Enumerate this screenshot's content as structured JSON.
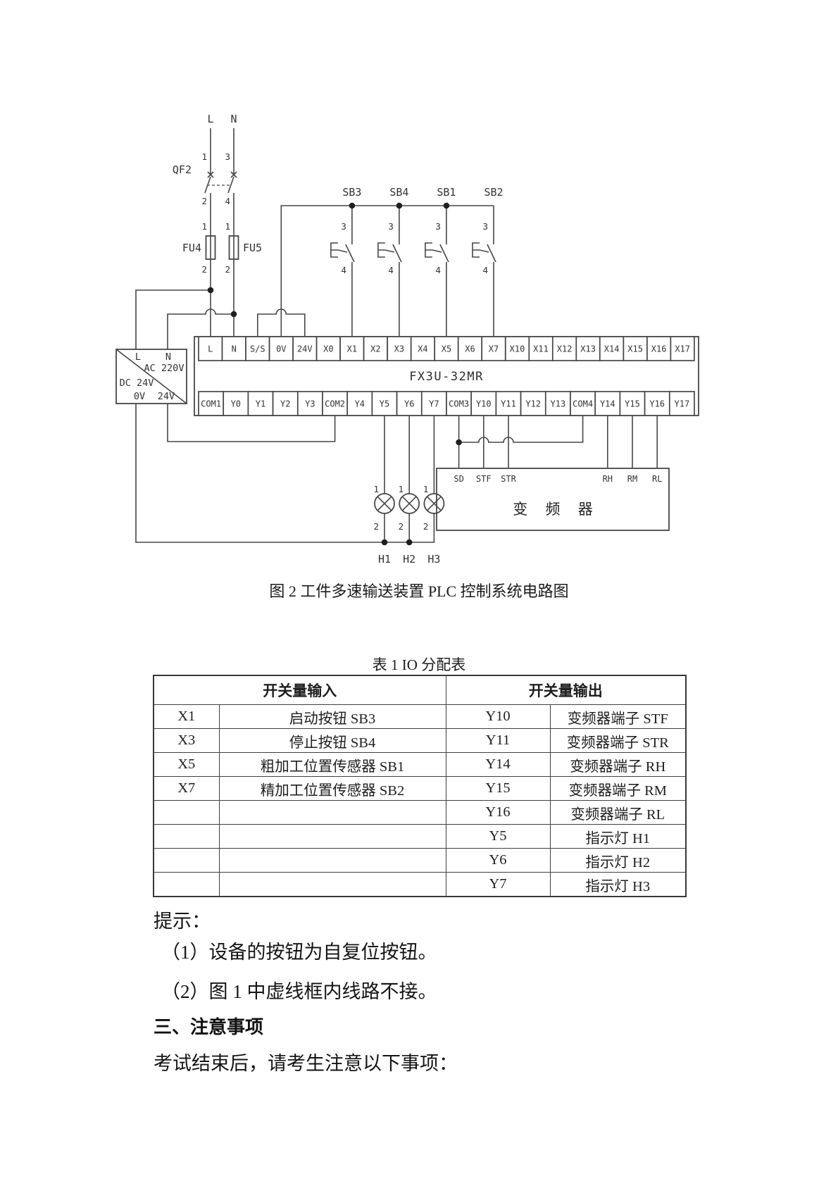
{
  "figure": {
    "caption": "图 2 工件多速输送装置 PLC 控制系统电路图",
    "source": {
      "l_label": "L",
      "n_label": "N",
      "breaker_label": "QF2",
      "pin_1": "1",
      "pin_3": "3",
      "pin_2": "2",
      "pin_4": "4",
      "fuse_left": "FU4",
      "fuse_right": "FU5",
      "fuse_pin_top": "1",
      "fuse_pin_bottom": "2"
    },
    "power_box": {
      "l": "L",
      "n": "N",
      "ac": "AC 220V",
      "dc": "DC 24V",
      "ov": "0V",
      "v24": "24V"
    },
    "buttons": {
      "pin_top": "3",
      "pin_bottom": "4",
      "items": [
        "SB3",
        "SB4",
        "SB1",
        "SB2"
      ]
    },
    "plc": {
      "model": "FX3U-32MR",
      "top_terminals": [
        "L",
        "N",
        "S/S",
        "0V",
        "24V",
        "X0",
        "X1",
        "X2",
        "X3",
        "X4",
        "X5",
        "X6",
        "X7",
        "X10",
        "X11",
        "X12",
        "X13",
        "X14",
        "X15",
        "X16",
        "X17"
      ],
      "bottom_terminals": [
        "COM1",
        "Y0",
        "Y1",
        "Y2",
        "Y3",
        "COM2",
        "Y4",
        "Y5",
        "Y6",
        "Y7",
        "COM3",
        "Y10",
        "Y11",
        "Y12",
        "Y13",
        "COM4",
        "Y14",
        "Y15",
        "Y16",
        "Y17"
      ]
    },
    "inverter": {
      "label": "变 频 器",
      "terminals": [
        "SD",
        "STF",
        "STR",
        "RH",
        "RM",
        "RL"
      ]
    },
    "lamps": {
      "pin_top": "1",
      "pin_bottom": "2",
      "labels": [
        "H1",
        "H2",
        "H3"
      ]
    }
  },
  "table": {
    "title": "表 1 IO 分配表",
    "header_input": "开关量输入",
    "header_output": "开关量输出",
    "rows": [
      {
        "in_addr": "X1",
        "in_desc": "启动按钮 SB3",
        "out_addr": "Y10",
        "out_desc": "变频器端子 STF"
      },
      {
        "in_addr": "X3",
        "in_desc": "停止按钮 SB4",
        "out_addr": "Y11",
        "out_desc": "变频器端子 STR"
      },
      {
        "in_addr": "X5",
        "in_desc": "粗加工位置传感器 SB1",
        "out_addr": "Y14",
        "out_desc": "变频器端子 RH"
      },
      {
        "in_addr": "X7",
        "in_desc": "精加工位置传感器 SB2",
        "out_addr": "Y15",
        "out_desc": "变频器端子 RM"
      },
      {
        "in_addr": "",
        "in_desc": "",
        "out_addr": "Y16",
        "out_desc": "变频器端子 RL"
      },
      {
        "in_addr": "",
        "in_desc": "",
        "out_addr": "Y5",
        "out_desc": "指示灯 H1"
      },
      {
        "in_addr": "",
        "in_desc": "",
        "out_addr": "Y6",
        "out_desc": "指示灯 H2"
      },
      {
        "in_addr": "",
        "in_desc": "",
        "out_addr": "Y7",
        "out_desc": "指示灯 H3"
      }
    ]
  },
  "notes": {
    "hint": "提示：",
    "items": [
      "（1）设备的按钮为自复位按钮。",
      "（2）图 1 中虚线框内线路不接。"
    ],
    "section_heading": "三、注意事项",
    "closing": "考试结束后，请考生注意以下事项："
  },
  "colors": {
    "ink": "#1e1e1e",
    "line": "#474747",
    "paper": "#ffffff"
  }
}
